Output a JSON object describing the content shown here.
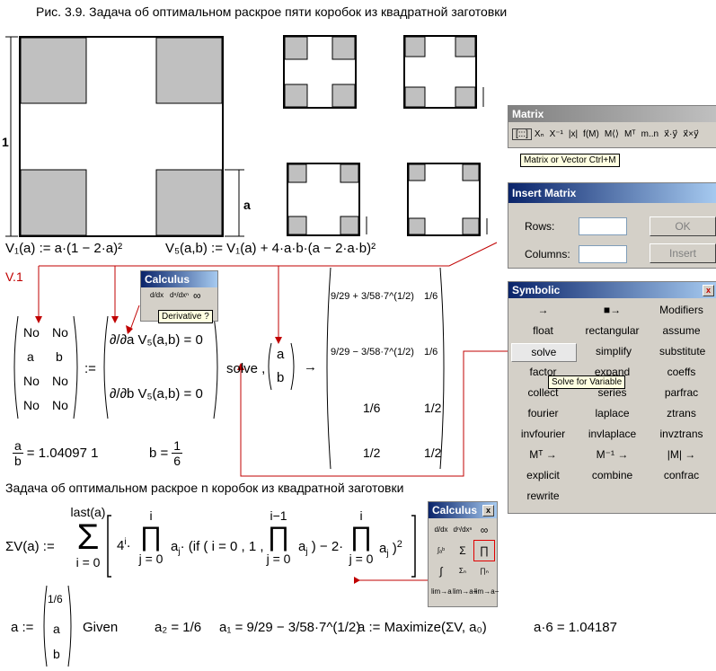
{
  "figure_title": "Рис. 3.9. Задача об оптимальном раскрое пяти коробок из квадратной заготовки",
  "dim_labels": {
    "side": "1",
    "cut": "a"
  },
  "formula_v1": "V₁(a) := a·(1 − 2·a)²",
  "formula_v5": "V₅(a,b) := V₁(a) + 4·a·b·(a − 2·a·b)²",
  "version_label": "V.1",
  "nonlinear_vector": {
    "rows": [
      [
        "No",
        "No"
      ],
      [
        "a",
        "b"
      ],
      [
        "No",
        "No"
      ],
      [
        "No",
        "No"
      ]
    ]
  },
  "assign_op": ":=",
  "partial_eqs": [
    "∂/∂a V₅(a,b) = 0",
    "∂/∂b V₅(a,b) = 0"
  ],
  "solve_label": "solve ,",
  "solve_vars": [
    "a",
    "b"
  ],
  "arrow": "→",
  "solution_matrix": [
    [
      "9/29 + 3/58·7^(1/2)",
      "1/6"
    ],
    [
      "9/29 − 3/58·7^(1/2)",
      "1/6"
    ],
    [
      "1/6",
      "1/2"
    ],
    [
      "1/2",
      "1/2"
    ]
  ],
  "ratio_result": {
    "lhs_num": "a",
    "lhs_den": "b",
    "value": "= 1.04097 1"
  },
  "b_result": {
    "lhs": "b =",
    "num": "1",
    "den": "6"
  },
  "section_title": "Задача об оптимальном раскрое n коробок из квадратной заготовки",
  "sum_formula": {
    "lhs": "ΣV(a) :=",
    "upper": "last(a)",
    "lower": "i = 0",
    "text": "4^i · ∏ a_j · if(i = 0, 1, ∏ a_j) − 2·∏ a_j )²",
    "prod_upper_1": "i",
    "prod_lower_1": "j = 0",
    "prod_upper_2": "i−1",
    "prod_lower_2": "j = 0",
    "prod_upper_3": "i",
    "prod_lower_3": "j = 0"
  },
  "bottom": {
    "a_assign": "a :=",
    "a_vec": [
      "1/6",
      "a",
      "b"
    ],
    "given": "Given",
    "a2": "a₂ =",
    "a2_val": "1/6",
    "a1": "a₁ =",
    "a1_val": "9/29 − 3/58·7^(1/2)",
    "maximize": "a := Maximize(ΣV, a₀)",
    "a6": "a·6 = 1.04187"
  },
  "matrix_toolbar": {
    "title": "Matrix",
    "tooltip": "Matrix or Vector Ctrl+M",
    "buttons": [
      "[:::]",
      "Xₙ",
      "X⁻¹",
      "|x|",
      "f(M)",
      "M⟨⟩",
      "Mᵀ",
      "m..n",
      "x⃗·y⃗",
      "x⃗×y⃗"
    ]
  },
  "insert_matrix": {
    "title": "Insert Matrix",
    "rows_label": "Rows:",
    "columns_label": "Columns:",
    "ok": "OK",
    "insert": "Insert"
  },
  "calculus_small": {
    "title": "Calculus",
    "tooltip": "Derivative ?"
  },
  "symbolic": {
    "title": "Symbolic",
    "close": "x",
    "rows": [
      [
        "→",
        "■→",
        "Modifiers"
      ],
      [
        "float",
        "rectangular",
        "assume"
      ],
      [
        "solve",
        "simplify",
        "substitute"
      ],
      [
        "factor",
        "expand",
        "coeffs"
      ],
      [
        "collect",
        "series",
        "parfrac"
      ],
      [
        "fourier",
        "laplace",
        "ztrans"
      ],
      [
        "invfourier",
        "invlaplace",
        "invztrans"
      ],
      [
        "Mᵀ →",
        "M⁻¹ →",
        "|M| →"
      ],
      [
        "explicit",
        "combine",
        "confrac"
      ],
      [
        "rewrite",
        "",
        ""
      ]
    ],
    "tooltip": "Solve for Variable"
  },
  "calculus_big": {
    "title": "Calculus",
    "close": "x",
    "buttons": [
      "d/dx",
      "dⁿ/dxⁿ",
      "∞",
      "∫ₐᵇ",
      "Σ",
      "∏",
      "∫",
      "Σₙ",
      "∏ₙ",
      "lim→a",
      "lim→a+",
      "lim→a−"
    ]
  }
}
